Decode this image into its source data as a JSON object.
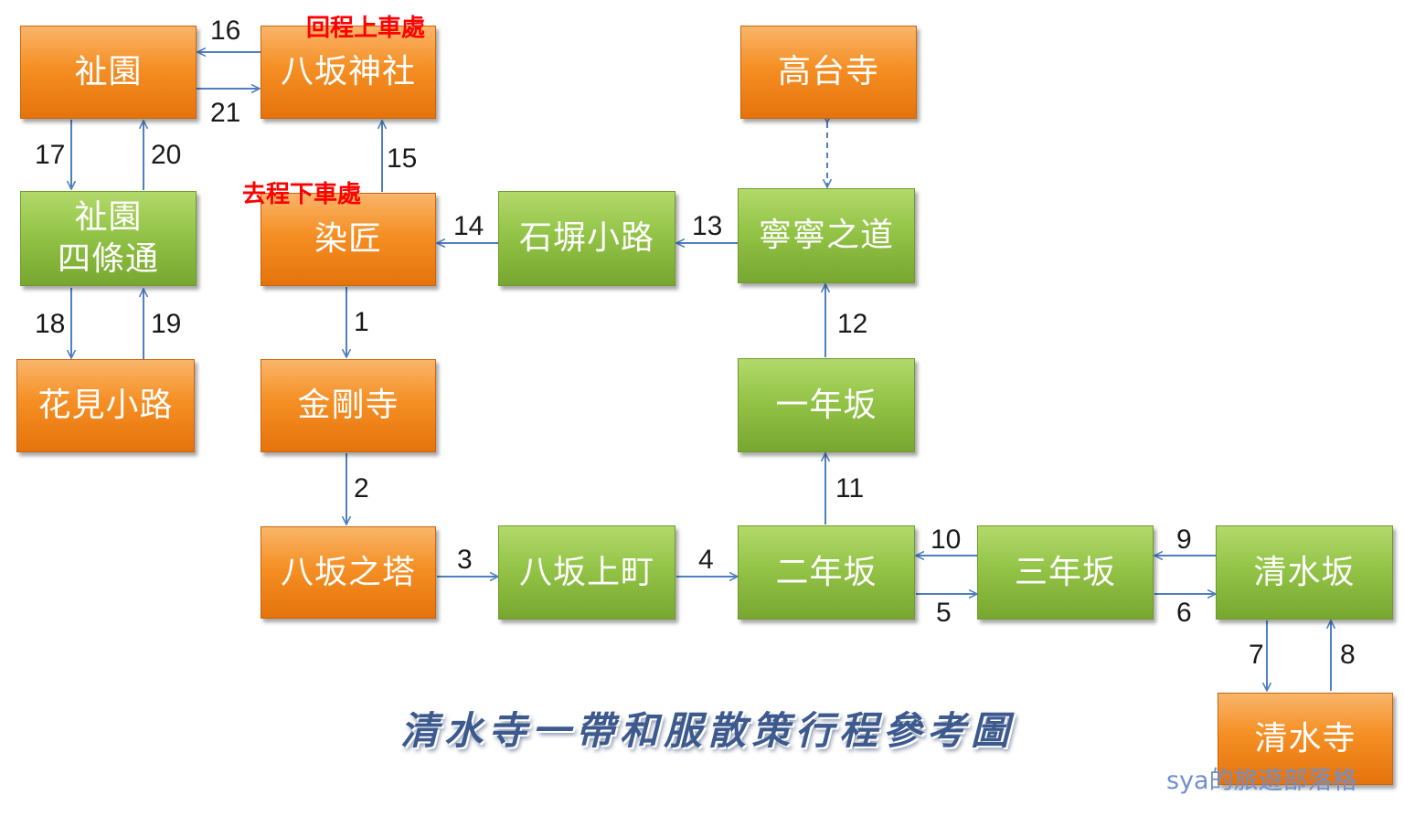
{
  "colors": {
    "orange_node": "#f58f24",
    "green_node": "#93c447",
    "arrow": "#4f7fbf",
    "note_red": "#ff0000",
    "title": "#3d5a8e",
    "watermark": "#6f8fcf"
  },
  "nodes": {
    "gion": "祉園",
    "yasaka_shrine": "八坂神社",
    "kodaiji": "高台寺",
    "gion_shijo": "祉園\n四條通",
    "someshou": "染匠",
    "ishibe_koji": "石塀小路",
    "nene_no_michi": "寧寧之道",
    "hanamikoji": "花見小路",
    "kongoji": "金剛寺",
    "ichinenzaka": "一年坂",
    "yasaka_tower": "八坂之塔",
    "yasaka_kamimachi": "八坂上町",
    "ninenzaka": "二年坂",
    "sannenzaka": "三年坂",
    "kiyomizuzaka": "清水坂",
    "kiyomizudera": "清水寺"
  },
  "steps": {
    "s1": "1",
    "s2": "2",
    "s3": "3",
    "s4": "4",
    "s5": "5",
    "s6": "6",
    "s7": "7",
    "s8": "8",
    "s9": "9",
    "s10": "10",
    "s11": "11",
    "s12": "12",
    "s13": "13",
    "s14": "14",
    "s15": "15",
    "s16": "16",
    "s17": "17",
    "s18": "18",
    "s19": "19",
    "s20": "20",
    "s21": "21"
  },
  "notes": {
    "return_pickup": "回程上車處",
    "outbound_dropoff": "去程下車處"
  },
  "title": "清水寺一帶和服散策行程參考圖",
  "watermark": "sya的旅遊部落格"
}
